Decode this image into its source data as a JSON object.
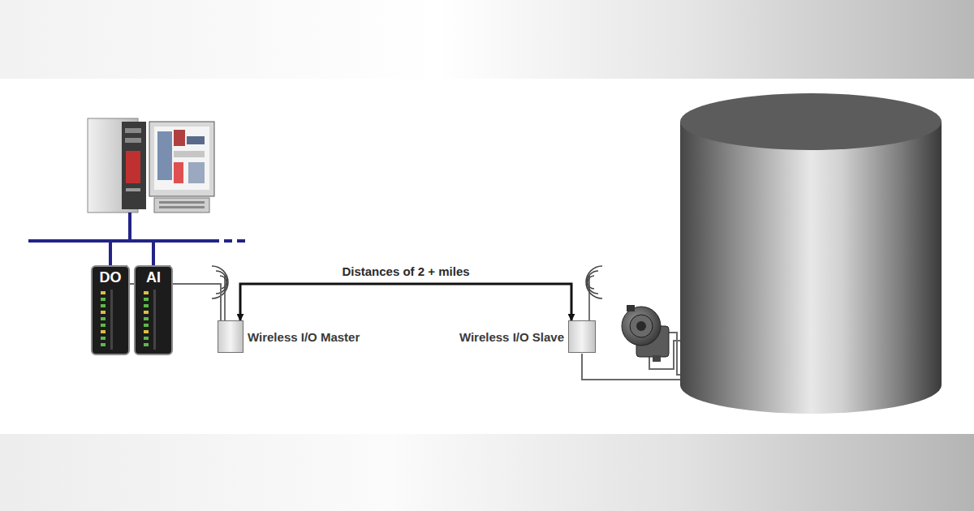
{
  "diagram": {
    "nodes": [
      {
        "text": [
          "DO"
        ]
      },
      {
        "text": [
          "AI"
        ]
      },
      {
        "text": [
          "Wireless I/O Master"
        ]
      },
      {
        "text": [
          "Wireless I/O Slave"
        ]
      }
    ],
    "edges": [
      {
        "from": 0,
        "to": 2,
        "arrow": "none"
      },
      {
        "from": 1,
        "to": 2,
        "arrow": "none"
      },
      {
        "from": 2,
        "to": 3,
        "label": "Distances of 2 + miles",
        "arrow": "both"
      }
    ]
  }
}
